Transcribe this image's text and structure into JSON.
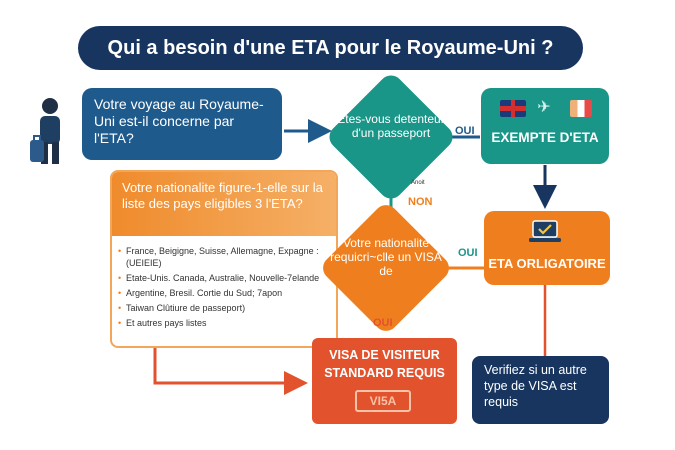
{
  "title": "Qui a besoin d'une ETA pour le Royaume-Uni ?",
  "question_voyage": "Votre  voyage au Royaume-Uni est-il concerne par l'ETA?",
  "diamond_passport": "Etes-vous detenteur  d'un passeport",
  "exempt_label": "EXEMPTE D'ETA",
  "nationality_question": "Votre nationalite figure-1-elle sur la liste des pays eligibles 3 l'ETA?",
  "nationality_list": [
    "France, Beigigne, Suisse, Allemagne, Expagne  : (UEIEIE)",
    "Etate-Unis. Canada, Australie, Nouvelle-7elande",
    "Argentine,  Bresil. Cortie du Sud; 7apon",
    "Taiwan Clûtiure de passeport)",
    "Et autres pays listes"
  ],
  "diamond_visa": "Votre nationalite requicri~clle un VISA de",
  "eta_required_label": "ETA ORLIGATOIRE",
  "visa_visitor_label": "VISA DE VISITEUR STANDARD REQUIS",
  "visa_stamp": "VI5A",
  "verify_label": "Verifiez si un autre type de VISA est requis",
  "labels": {
    "oui_1": "OUI",
    "oui_2": "OUI",
    "oui_3": "OUI",
    "non": "NON",
    "small_note": "Anoit"
  },
  "colors": {
    "navy": "#17355f",
    "blue": "#1f5a8c",
    "teal": "#1a9688",
    "orange": "#ef7f1e",
    "red": "#e2522c"
  },
  "icons": [
    "traveler-icon",
    "uk-flag-icon",
    "plane-icon",
    "france-flag-icon",
    "laptop-check-icon"
  ]
}
